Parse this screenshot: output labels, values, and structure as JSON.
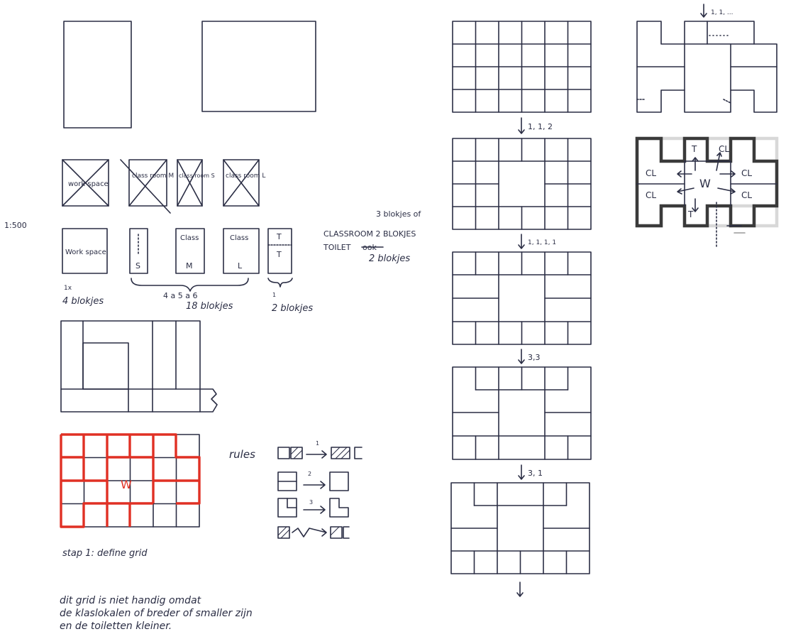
{
  "scale": "1:500",
  "crossed_blocks": [
    "work space",
    "class room M",
    "class room S",
    "class room L"
  ],
  "blocks": {
    "workspace": "Work space",
    "class_s": "S",
    "class_m_label": "Class",
    "class_m_size": "M",
    "class_l_label": "Class",
    "class_l_size": "L",
    "toilet_top": "T",
    "toilet_bottom": "T"
  },
  "block_counts": {
    "workspace_multiplier": "1x",
    "workspace": "4 blokjes",
    "class_range": "4 a 5 a 6",
    "class": "18 blokjes",
    "toilet_multiplier": "1",
    "toilet": "2 blokjes"
  },
  "legend": {
    "classroom_options": "3 blokjes of",
    "classroom": "CLASSROOM 2 BLOKJES",
    "toilet_label": "TOILET",
    "toilet_struck": "ook",
    "toilet_value": "2 blokjes"
  },
  "rules": {
    "title": "rules",
    "rule1": "1",
    "rule2": "2",
    "rule3": "3"
  },
  "red_grid_label": "W",
  "step1": "stap 1: define grid",
  "notes": [
    "dit grid is niet handig omdat",
    "de klaslokalen of breder of smaller zijn",
    "en de toiletten kleiner."
  ],
  "sequence": {
    "step1": "1, 1, 2",
    "step2": "1, 1, 1, 1",
    "step3": "3,3",
    "step4": "3, 1",
    "top_right": "1, 1, ..."
  },
  "plan": {
    "toilet_top": "T",
    "cl_top": "CL",
    "cl_left_top": "CL",
    "cl_left_bottom": "CL",
    "work": "W",
    "cl_right_top": "CL",
    "cl_right_bottom": "CL",
    "toilet_bottom": "T"
  }
}
